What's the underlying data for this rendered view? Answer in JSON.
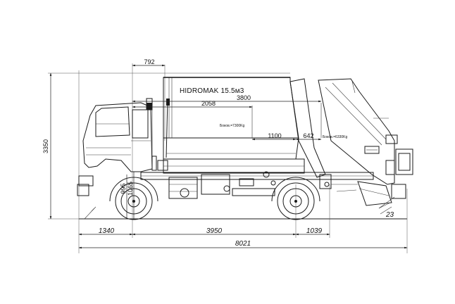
{
  "title": "HIDROMAK 15.5м3",
  "dimensions": {
    "overall_length": "8021",
    "front_overhang": "1340",
    "wheelbase": "3950",
    "rear_overhang": "1039",
    "overall_height": "3350",
    "cab_offset": "792",
    "dim_2058": "2058",
    "dim_3800": "3800",
    "dim_1100": "1100",
    "dim_642": "642",
    "dim_995": "995",
    "dim_1065": "1065",
    "dim_23": "23"
  },
  "loads": {
    "empty_axle": "Боков.=7300Kg",
    "rear_axle": "Боков.=6330Kg"
  }
}
